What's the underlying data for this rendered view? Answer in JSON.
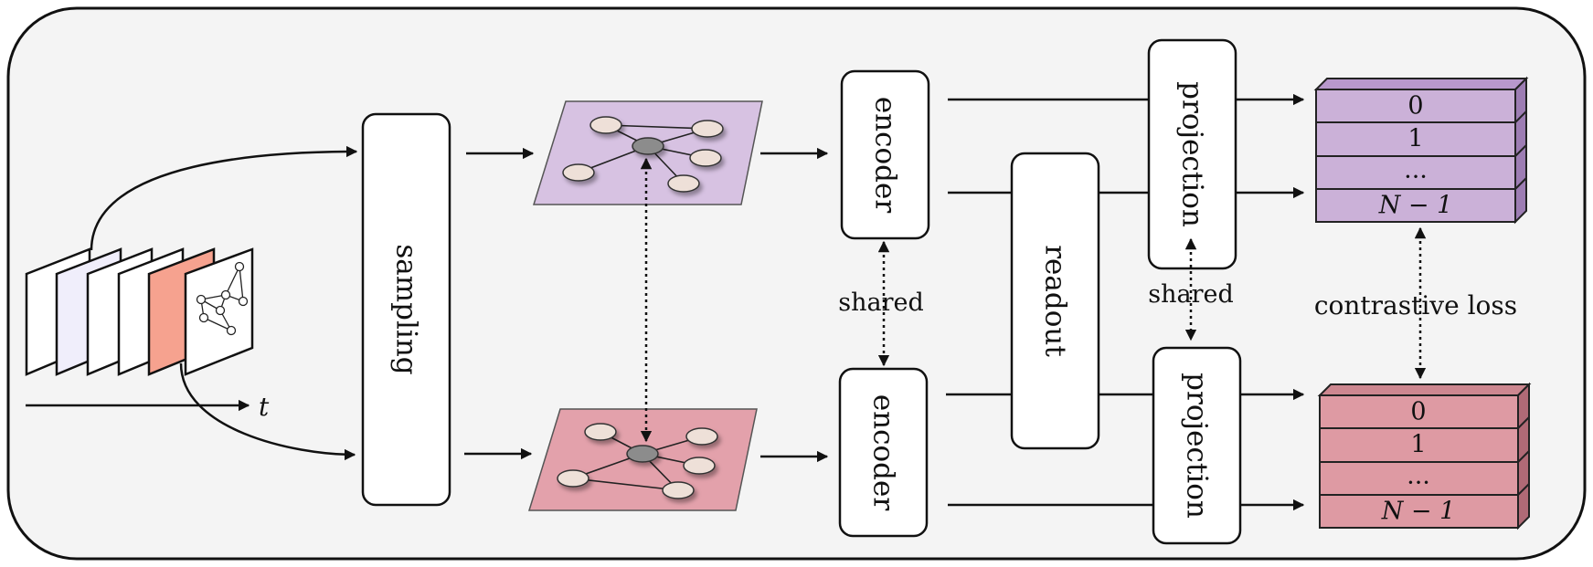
{
  "labels": {
    "time_axis": "t",
    "sampling": "sampling",
    "encoder_top": "encoder",
    "encoder_bottom": "encoder",
    "shared_encoder": "shared",
    "readout": "readout",
    "projection_top": "projection",
    "projection_bottom": "projection",
    "shared_projection": "shared",
    "contrastive_loss": "contrastive loss"
  },
  "stack_top": {
    "cells": [
      "0",
      "1",
      "...",
      "N − 1"
    ]
  },
  "stack_bottom": {
    "cells": [
      "0",
      "1",
      "...",
      "N − 1"
    ]
  },
  "colors": {
    "background": "#f4f4f4",
    "graph_top": "#d7c2e2",
    "graph_bottom": "#e3a1ab",
    "stack_top_front": "#cbb1d8",
    "stack_top_side": "#9d7db3",
    "stack_bottom_front": "#de9aa3",
    "stack_bottom_side": "#b06a76",
    "highlight_frame": "#f6a28f",
    "tinted_frame": "#f0eefb"
  }
}
